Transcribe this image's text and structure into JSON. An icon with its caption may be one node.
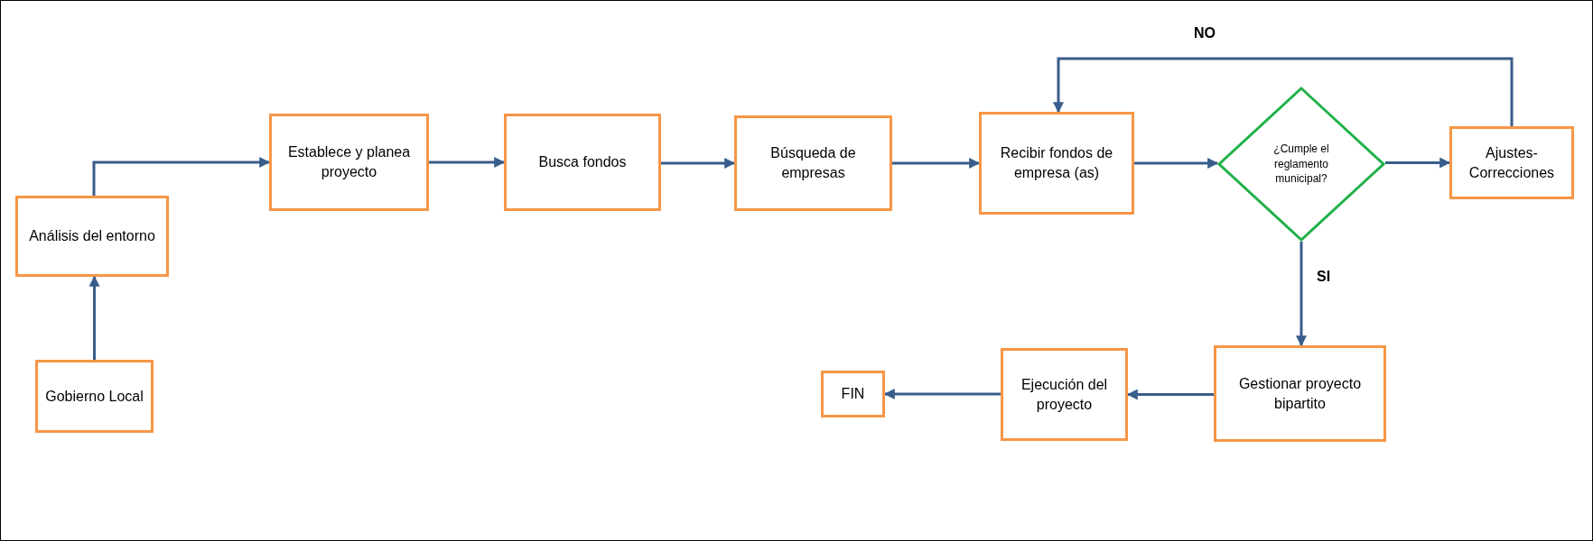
{
  "diagram": {
    "nodes": [
      {
        "text": [
          "Análisis del entorno"
        ]
      },
      {
        "text": [
          "Gobierno Local"
        ]
      },
      {
        "text": [
          "Establece y planea proyecto"
        ]
      },
      {
        "text": [
          "Busca fondos"
        ]
      },
      {
        "text": [
          "Búsqueda de empresas"
        ]
      },
      {
        "text": [
          "Recibir fondos de empresa (as)"
        ]
      },
      {
        "text": [
          "¿Cumple el reglamento municipal?"
        ]
      },
      {
        "text": [
          "Ajustes-Correcciones"
        ]
      },
      {
        "text": [
          "Gestionar proyecto bipartito"
        ]
      },
      {
        "text": [
          "Ejecución del proyecto"
        ]
      },
      {
        "text": [
          "FIN"
        ]
      }
    ],
    "edges": [
      {
        "from": 1,
        "to": 0,
        "arrow": "to"
      },
      {
        "from": 0,
        "to": 2,
        "arrow": "to"
      },
      {
        "from": 2,
        "to": 3,
        "arrow": "to"
      },
      {
        "from": 3,
        "to": 4,
        "arrow": "to"
      },
      {
        "from": 4,
        "to": 5,
        "arrow": "to"
      },
      {
        "from": 5,
        "to": 6,
        "arrow": "to"
      },
      {
        "from": 6,
        "to": 7,
        "arrow": "to"
      },
      {
        "from": 7,
        "to": 5,
        "arrow": "to",
        "label": "NO"
      },
      {
        "from": 6,
        "to": 8,
        "arrow": "to",
        "label": "SI"
      },
      {
        "from": 8,
        "to": 9,
        "arrow": "to"
      },
      {
        "from": 9,
        "to": 10,
        "arrow": "to"
      }
    ]
  }
}
